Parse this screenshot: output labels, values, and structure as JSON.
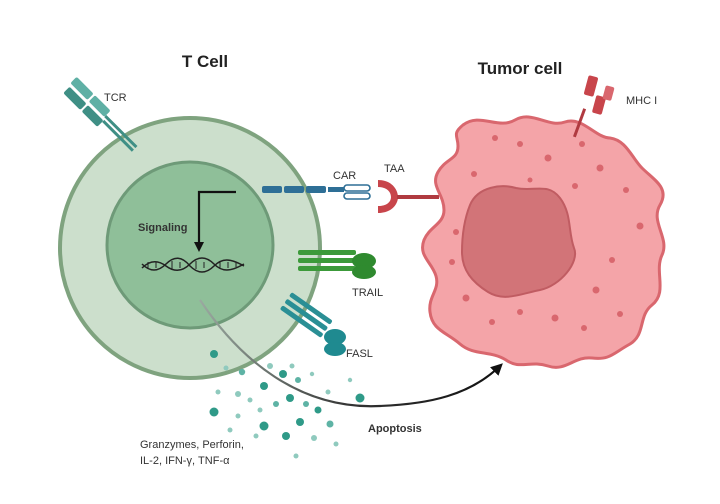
{
  "labels": {
    "t_cell": "T Cell",
    "tumor_cell": "Tumor cell",
    "tcr": "TCR",
    "car": "CAR",
    "taa": "TAA",
    "mhc": "MHC I",
    "signaling": "Signaling",
    "trail": "TRAIL",
    "fasl": "FASL",
    "apoptosis": "Apoptosis",
    "cytokines_line1": "Granzymes, Perforin,",
    "cytokines_line2": "IL-2, IFN-γ, TNF-α"
  },
  "colors": {
    "t_cell_outer_fill": "#ccdfcc",
    "t_cell_border": "#7fa37f",
    "nucleus_fill": "#8fbf99",
    "tumor_fill": "#f4a4a8",
    "tumor_border": "#d9676e",
    "tumor_nucleus": "#d27478",
    "car_blue": "#2e6f96",
    "taa_red": "#c8454b",
    "tcr_teal": "#3f8f85",
    "trail_green": "#3c9a3a",
    "fasl_teal": "#2a9aa0",
    "granule_teal": "#2f9a88"
  }
}
